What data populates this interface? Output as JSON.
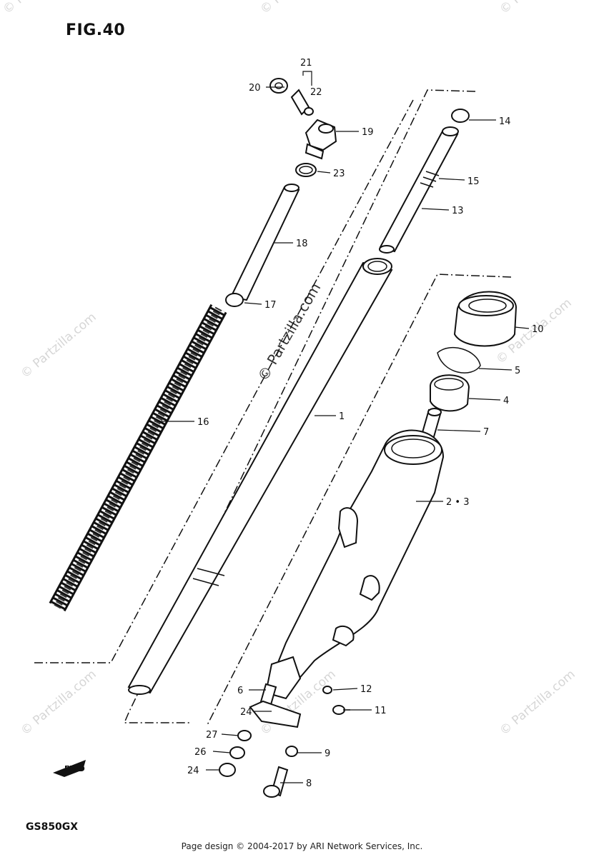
{
  "figure": {
    "title": "FIG.40",
    "model_code": "GS850GX",
    "footer": "Page design © 2004-2017 by ARI Network Services, Inc.",
    "watermark": "© Partzilla.com",
    "forward_label": "FWD"
  },
  "callouts": [
    {
      "id": "c1",
      "number": "1"
    },
    {
      "id": "c2_3",
      "number": "2 • 3"
    },
    {
      "id": "c4",
      "number": "4"
    },
    {
      "id": "c5",
      "number": "5"
    },
    {
      "id": "c6",
      "number": "6"
    },
    {
      "id": "c7",
      "number": "7"
    },
    {
      "id": "c8",
      "number": "8"
    },
    {
      "id": "c9",
      "number": "9"
    },
    {
      "id": "c10",
      "number": "10"
    },
    {
      "id": "c11",
      "number": "11"
    },
    {
      "id": "c12",
      "number": "12"
    },
    {
      "id": "c13",
      "number": "13"
    },
    {
      "id": "c14",
      "number": "14"
    },
    {
      "id": "c15",
      "number": "15"
    },
    {
      "id": "c16",
      "number": "16"
    },
    {
      "id": "c17",
      "number": "17"
    },
    {
      "id": "c18",
      "number": "18"
    },
    {
      "id": "c19",
      "number": "19"
    },
    {
      "id": "c20",
      "number": "20"
    },
    {
      "id": "c21",
      "number": "21"
    },
    {
      "id": "c22",
      "number": "22"
    },
    {
      "id": "c23",
      "number": "23"
    },
    {
      "id": "c24a",
      "number": "24"
    },
    {
      "id": "c24b",
      "number": "24"
    },
    {
      "id": "c26",
      "number": "26"
    },
    {
      "id": "c27",
      "number": "27"
    }
  ]
}
